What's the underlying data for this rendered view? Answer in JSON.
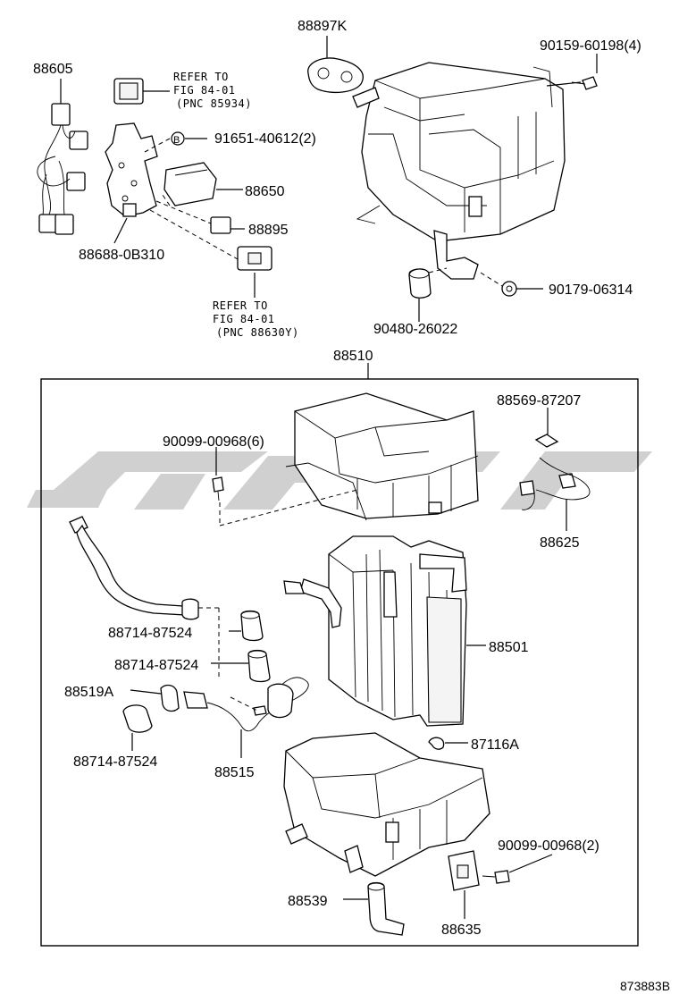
{
  "watermark_color": "#c8c8c8",
  "labels": {
    "l_88897K": "88897K",
    "l_90159": "90159-60198(4)",
    "l_88605": "88605",
    "ref1_line1": "REFER TO",
    "ref1_line2": "FIG 84-01",
    "ref1_line3": "(PNC 85934)",
    "l_91651_mark": "B",
    "l_91651": "91651-40612(2)",
    "l_88650": "88650",
    "l_88895": "88895",
    "l_88688": "88688-0B310",
    "ref2_line1": "REFER TO",
    "ref2_line2": "FIG 84-01",
    "ref2_line3": "(PNC 88630Y)",
    "l_90179": "90179-06314",
    "l_90480": "90480-26022",
    "l_88510": "88510",
    "l_88569": "88569-87207",
    "l_90099a": "90099-00968(6)",
    "l_88625": "88625",
    "l_88714a": "88714-87524",
    "l_88501": "88501",
    "l_88714b": "88714-87524",
    "l_88519A": "88519A",
    "l_88714c": "88714-87524",
    "l_88515": "88515",
    "l_87116A": "87116A",
    "l_90099b": "90099-00968(2)",
    "l_88539": "88539",
    "l_88635": "88635",
    "figure_code": "873883B"
  }
}
